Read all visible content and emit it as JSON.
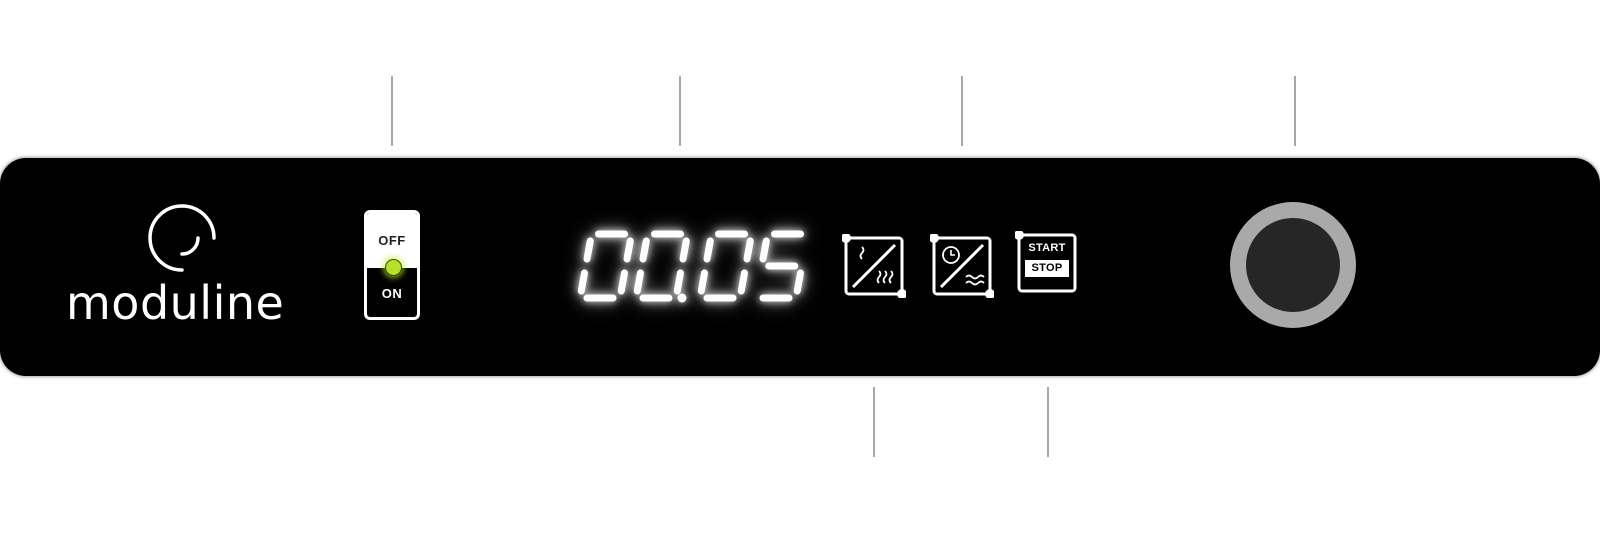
{
  "brand": {
    "name": "moduline"
  },
  "power_switch": {
    "off_label": "OFF",
    "on_label": "ON",
    "indicator_color": "#b8e02a"
  },
  "display": {
    "text": "00.05",
    "digits": [
      "0",
      "0",
      "0",
      "5"
    ]
  },
  "buttons": {
    "heat_mode": {
      "icon": "heat-waves-icon"
    },
    "timer_mode": {
      "icon": "clock-water-icon"
    },
    "start_stop": {
      "start_label": "START",
      "stop_label": "STOP"
    }
  },
  "control_knob": {
    "icon": "rotary-knob-icon"
  },
  "colors": {
    "panel": "#000000",
    "knob_ring": "#a9a9a9",
    "knob_center": "#262626",
    "leader_lines": "#a8a8a8"
  }
}
